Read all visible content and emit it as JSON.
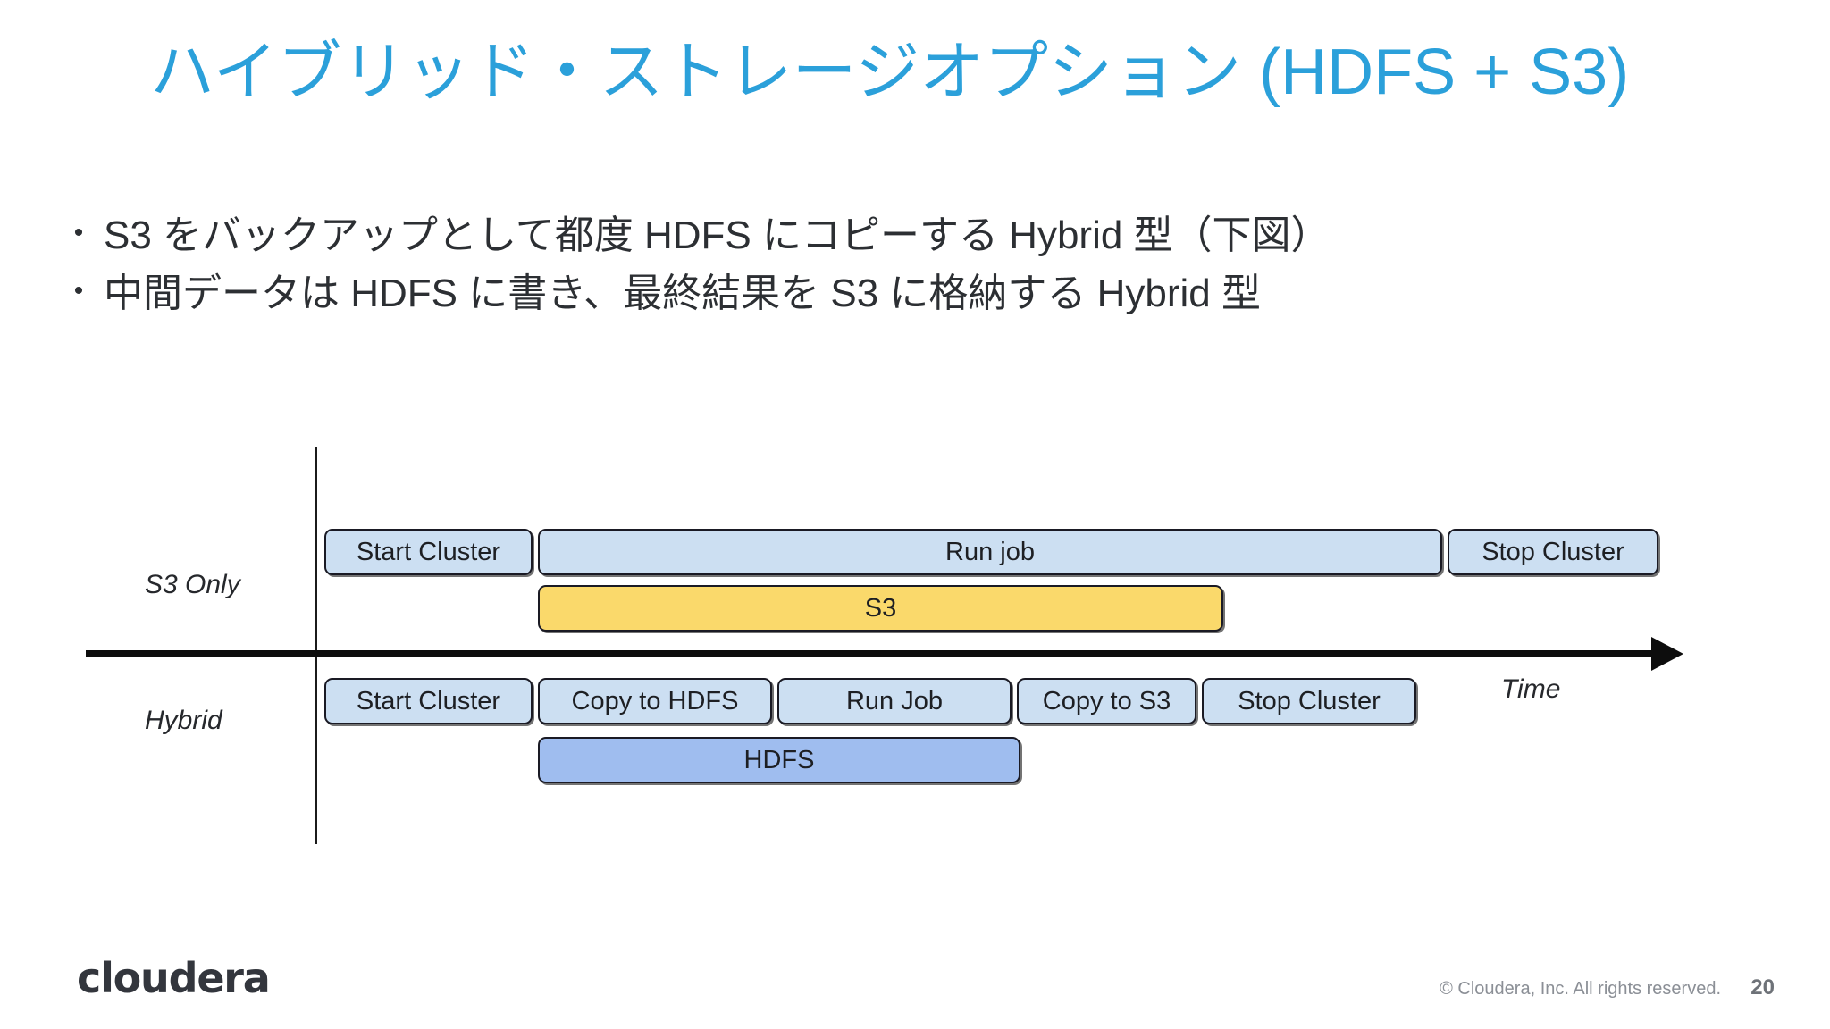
{
  "slide": {
    "title": "ハイブリッド・ストレージオプション (HDFS + S3)",
    "title_color": "#2BA0DA",
    "background_color": "#FFFFFF",
    "bullet_marker": "•",
    "bullets": [
      "S3 をバックアップとして都度 HDFS にコピーする Hybrid 型（下図）",
      "中間データは HDFS に書き、最終結果を S3 に格納する Hybrid 型"
    ]
  },
  "diagram": {
    "axis_label": "Time",
    "rows": [
      {
        "label": "S3 Only",
        "tasks": [
          {
            "label": "Start Cluster",
            "color": "#CCDFF2"
          },
          {
            "label": "Run job",
            "color": "#CCDFF2"
          },
          {
            "label": "Stop Cluster",
            "color": "#CCDFF2"
          }
        ],
        "storage": [
          {
            "label": "S3",
            "color": "#FAD96B"
          }
        ]
      },
      {
        "label": "Hybrid",
        "tasks": [
          {
            "label": "Start Cluster",
            "color": "#CCDFF2"
          },
          {
            "label": "Copy to HDFS",
            "color": "#CCDFF2"
          },
          {
            "label": "Run Job",
            "color": "#CCDFF2"
          },
          {
            "label": "Copy to S3",
            "color": "#CCDFF2"
          },
          {
            "label": "Stop Cluster",
            "color": "#CCDFF2"
          }
        ],
        "storage": [
          {
            "label": "HDFS",
            "color": "#9FBDEF"
          }
        ]
      }
    ]
  },
  "footer": {
    "logo_text": "cloudera",
    "copyright": "© Cloudera, Inc. All rights reserved.",
    "page_number": "20"
  }
}
